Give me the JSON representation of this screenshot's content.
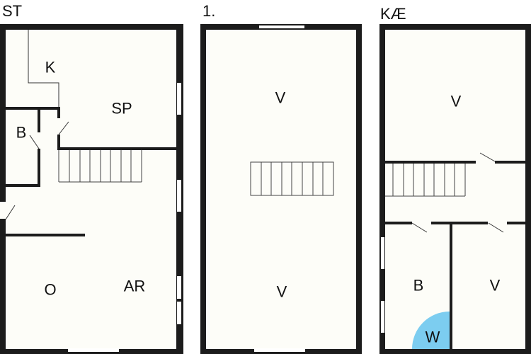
{
  "colors": {
    "wall": "#1c1c1c",
    "floor": "#fdfdf8",
    "window": "#ffffff",
    "wet_area": "#7ccdf0"
  },
  "floors": [
    {
      "title": "ST",
      "rooms": [
        {
          "label": "K"
        },
        {
          "label": "SP"
        },
        {
          "label": "B"
        },
        {
          "label": "O"
        },
        {
          "label": "AR"
        }
      ]
    },
    {
      "title": "1.",
      "rooms": [
        {
          "label": "V"
        },
        {
          "label": "V"
        }
      ]
    },
    {
      "title": "KÆ",
      "rooms": [
        {
          "label": "V"
        },
        {
          "label": "B"
        },
        {
          "label": "V"
        },
        {
          "label": "W"
        }
      ]
    }
  ]
}
